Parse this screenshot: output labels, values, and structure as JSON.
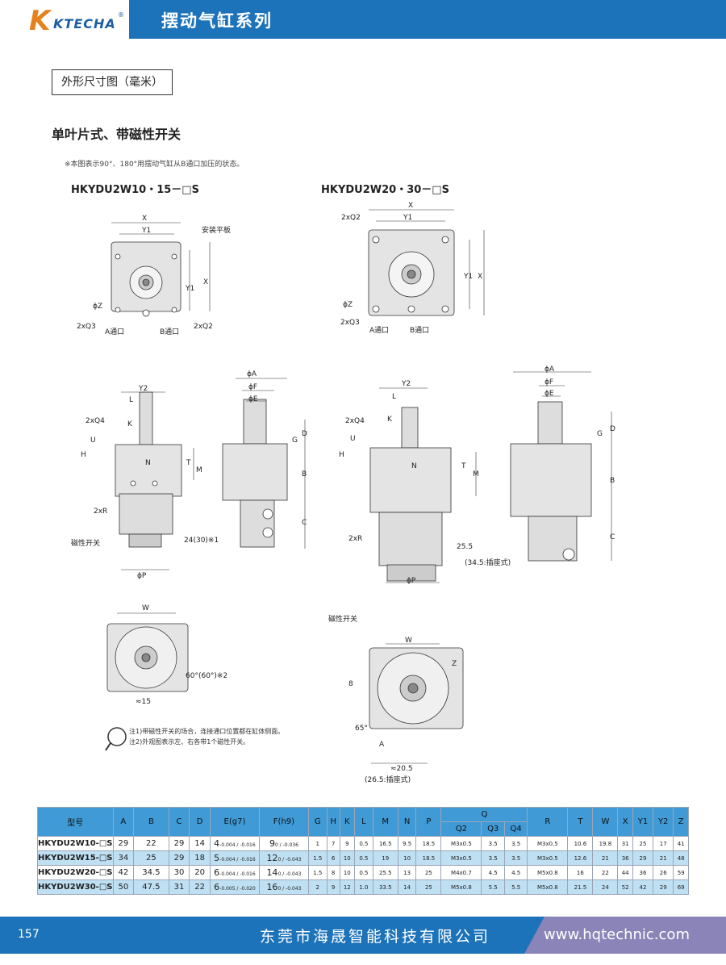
{
  "header": {
    "logo": "KTECHA",
    "title": "摆动气缸系列"
  },
  "section_label": "外形尺寸图（毫米）",
  "subtitle": "单叶片式、带磁性开关",
  "note": "※本图表示90°、180°用摆动气缸从B通口加压的状态。",
  "models": {
    "left": "HKYDU2W10・15－□S",
    "right": "HKYDU2W20・30－□S"
  },
  "drawing_labels": {
    "x": "X",
    "y1": "Y1",
    "y2": "Y2",
    "mount_plate": "安装平板",
    "z": "ϕZ",
    "q3": "2xQ3",
    "q2": "2xQ2",
    "q4": "2xQ4",
    "a_port": "A通口",
    "b_port": "B通口",
    "a": "ϕA",
    "f": "ϕF",
    "e": "ϕE",
    "p": "ϕP",
    "r": "2xR",
    "switch": "磁性开关",
    "l": "L",
    "k": "K",
    "u": "U",
    "h": "H",
    "n": "N",
    "t": "T",
    "m": "M",
    "d": "D",
    "g": "G",
    "b": "B",
    "c": "C",
    "w": "W",
    "left_len": "24(30)※1",
    "right_len": "25.5",
    "right_len2": "(34.5:插座式)",
    "angle60": "60°(60°)※2",
    "dim15": "≈15",
    "angle65": "65°",
    "dim8": "8",
    "dim20": "≈20.5",
    "dim26": "(26.5:插座式)",
    "z_mark": "Z",
    "a_mark": "A"
  },
  "small_notes": [
    "注1)带磁性开关的场合，连接通口位置都在缸体侧面。",
    "注2)外观图表示左、右各带1个磁性开关。"
  ],
  "table": {
    "headers": [
      "型号",
      "A",
      "B",
      "C",
      "D",
      "E(g7)",
      "F(h9)",
      "G",
      "H",
      "K",
      "L",
      "M",
      "N",
      "P",
      "Q",
      "R",
      "T",
      "W",
      "X",
      "Y1",
      "Y2",
      "Z"
    ],
    "q_sub": [
      "Q2",
      "Q3",
      "Q4"
    ],
    "rows": [
      {
        "model": "HKYDU2W10-□S",
        "A": "29",
        "B": "22",
        "C": "29",
        "D": "14",
        "E": "4",
        "E_tol": "-0.004 / -0.016",
        "F": "9",
        "F_tol": "0 / -0.036",
        "G": "1",
        "H": "7",
        "K": "9",
        "L": "0.5",
        "M": "16.5",
        "N": "9.5",
        "P": "18.5",
        "Q2": "M3x0.5",
        "Q3": "3.5",
        "Q4": "3.5",
        "R": "M3x0.5",
        "T": "10.6",
        "W": "19.8",
        "X": "31",
        "Y1": "25",
        "Y2": "17",
        "Z": "41"
      },
      {
        "model": "HKYDU2W15-□S",
        "A": "34",
        "B": "25",
        "C": "29",
        "D": "18",
        "E": "5",
        "E_tol": "-0.004 / -0.016",
        "F": "12",
        "F_tol": "0 / -0.043",
        "G": "1.5",
        "H": "6",
        "K": "10",
        "L": "0.5",
        "M": "19",
        "N": "10",
        "P": "18.5",
        "Q2": "M3x0.5",
        "Q3": "3.5",
        "Q4": "3.5",
        "R": "M3x0.5",
        "T": "12.6",
        "W": "21",
        "X": "36",
        "Y1": "29",
        "Y2": "21",
        "Z": "48"
      },
      {
        "model": "HKYDU2W20-□S",
        "A": "42",
        "B": "34.5",
        "C": "30",
        "D": "20",
        "E": "6",
        "E_tol": "-0.004 / -0.016",
        "F": "14",
        "F_tol": "0 / -0.043",
        "G": "1.5",
        "H": "8",
        "K": "10",
        "L": "0.5",
        "M": "25.5",
        "N": "13",
        "P": "25",
        "Q2": "M4x0.7",
        "Q3": "4.5",
        "Q4": "4.5",
        "R": "M5x0.8",
        "T": "16",
        "W": "22",
        "X": "44",
        "Y1": "36",
        "Y2": "26",
        "Z": "59"
      },
      {
        "model": "HKYDU2W30-□S",
        "A": "50",
        "B": "47.5",
        "C": "31",
        "D": "22",
        "E": "6",
        "E_tol": "-0.005 / -0.020",
        "F": "16",
        "F_tol": "0 / -0.043",
        "G": "2",
        "H": "9",
        "K": "12",
        "L": "1.0",
        "M": "33.5",
        "N": "14",
        "P": "25",
        "Q2": "M5x0.8",
        "Q3": "5.5",
        "Q4": "5.5",
        "R": "M5x0.8",
        "T": "21.5",
        "W": "24",
        "X": "52",
        "Y1": "42",
        "Y2": "29",
        "Z": "69"
      }
    ]
  },
  "footer": {
    "page": "157",
    "company": "东莞市海晟智能科技有限公司",
    "website": "www.hqtechnic.com"
  }
}
